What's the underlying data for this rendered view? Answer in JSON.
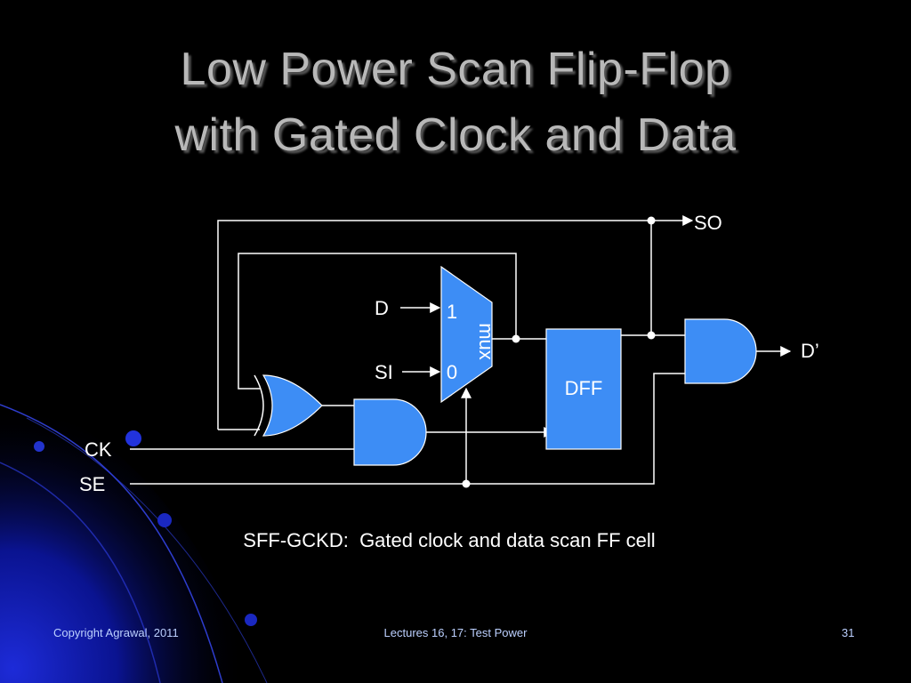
{
  "slide": {
    "title_line1": "Low Power Scan Flip-Flop",
    "title_line2": "with Gated Clock and Data",
    "caption": "SFF-GCKD:  Gated clock and data scan FF cell"
  },
  "diagram": {
    "labels": {
      "so": "SO",
      "d": "D",
      "si": "SI",
      "ck": "CK",
      "se": "SE",
      "d_prime": "D’",
      "mux": "mux",
      "mux_in1": "1",
      "mux_in0": "0",
      "dff": "DFF"
    },
    "colors": {
      "gate_fill": "#3d8df5",
      "wire": "#ffffff",
      "background": "#000000"
    }
  },
  "footer": {
    "copyright": "Copyright Agrawal, 2011",
    "lecture": "Lectures 16, 17: Test Power",
    "page_number": "31"
  }
}
